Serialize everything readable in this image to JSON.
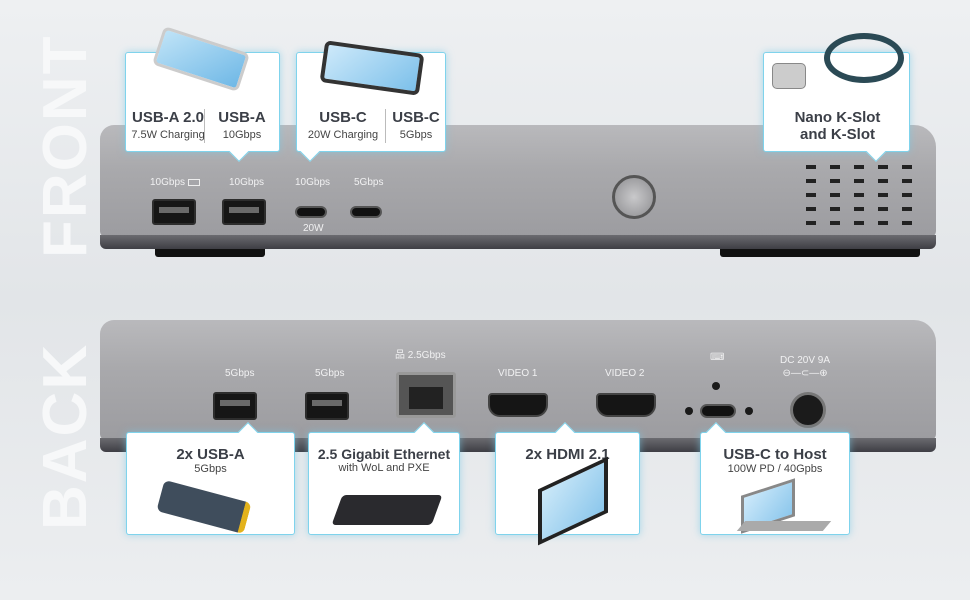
{
  "side_labels": {
    "front": "FRONT",
    "back": "BACK"
  },
  "front": {
    "port_labels": [
      "10Gbps",
      "10Gbps",
      "10Gbps",
      "5Gbps"
    ],
    "charging_icon": "battery-charging-icon",
    "usbc_power": "20W",
    "callouts": [
      {
        "title": "USB-A 2.0",
        "sub": "7.5W Charging"
      },
      {
        "title": "USB-A",
        "sub": "10Gbps"
      },
      {
        "title": "USB-C",
        "sub": "20W Charging"
      },
      {
        "title": "USB-C",
        "sub": "5Gbps"
      },
      {
        "title": "Nano K-Slot and K-Slot"
      }
    ]
  },
  "back": {
    "port_labels": [
      "5Gbps",
      "5Gbps",
      "2.5Gbps",
      "VIDEO 1",
      "VIDEO 2"
    ],
    "power_label": "DC 20V 9A",
    "polarity": "⊖—⊂—⊕",
    "callouts": [
      {
        "title": "2x USB-A",
        "sub": "5Gbps"
      },
      {
        "title": "2.5 Gigabit Ethernet",
        "sub": "with WoL and PXE"
      },
      {
        "title": "2x HDMI 2.1"
      },
      {
        "title": "USB-C to Host",
        "sub": "100W PD / 40Gpbs"
      }
    ]
  },
  "colors": {
    "accent": "#7fd3ec",
    "body": "#a9a9ac"
  }
}
